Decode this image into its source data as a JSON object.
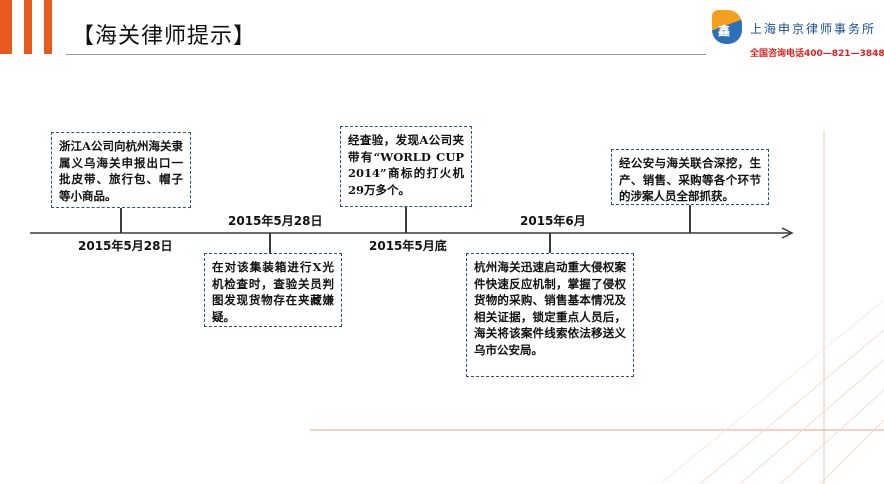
{
  "header": {
    "title": "【海关律师提示】",
    "logo_mark": "鑫",
    "firm_name": "上海申京律师事务所",
    "hotline": "全国咨询电话400—821—3848"
  },
  "timeline": {
    "events": [
      {
        "date": "2015年5月28日",
        "text": "浙江A公司向杭州海关隶属义乌海关申报出口一批皮带、旅行包、帽子等小商品。"
      },
      {
        "date": "2015年5月28日",
        "text": "在对该集装箱进行X光机检查时，查验关员判图发现货物存在夹藏嫌疑。"
      },
      {
        "date": "2015年5月底",
        "text": "经查验，发现A公司夹带有“WORLD CUP 2014”商标的打火机29万多个。"
      },
      {
        "date": "2015年6月",
        "text": "杭州海关迅速启动重大侵权案件快速反应机制，掌握了侵权货物的采购、销售基本情况及相关证据，锁定重点人员后，海关将该案件线索依法移送义乌市公安局。"
      },
      {
        "date": "",
        "text": "经公安与海关联合深挖，生产、销售、采购等各个环节的涉案人员全部抓获。"
      }
    ]
  },
  "colors": {
    "accent": "#e85a1e",
    "box_border": "#2f4f7f",
    "hotline": "#e02020",
    "firm": "#1b4d92"
  }
}
